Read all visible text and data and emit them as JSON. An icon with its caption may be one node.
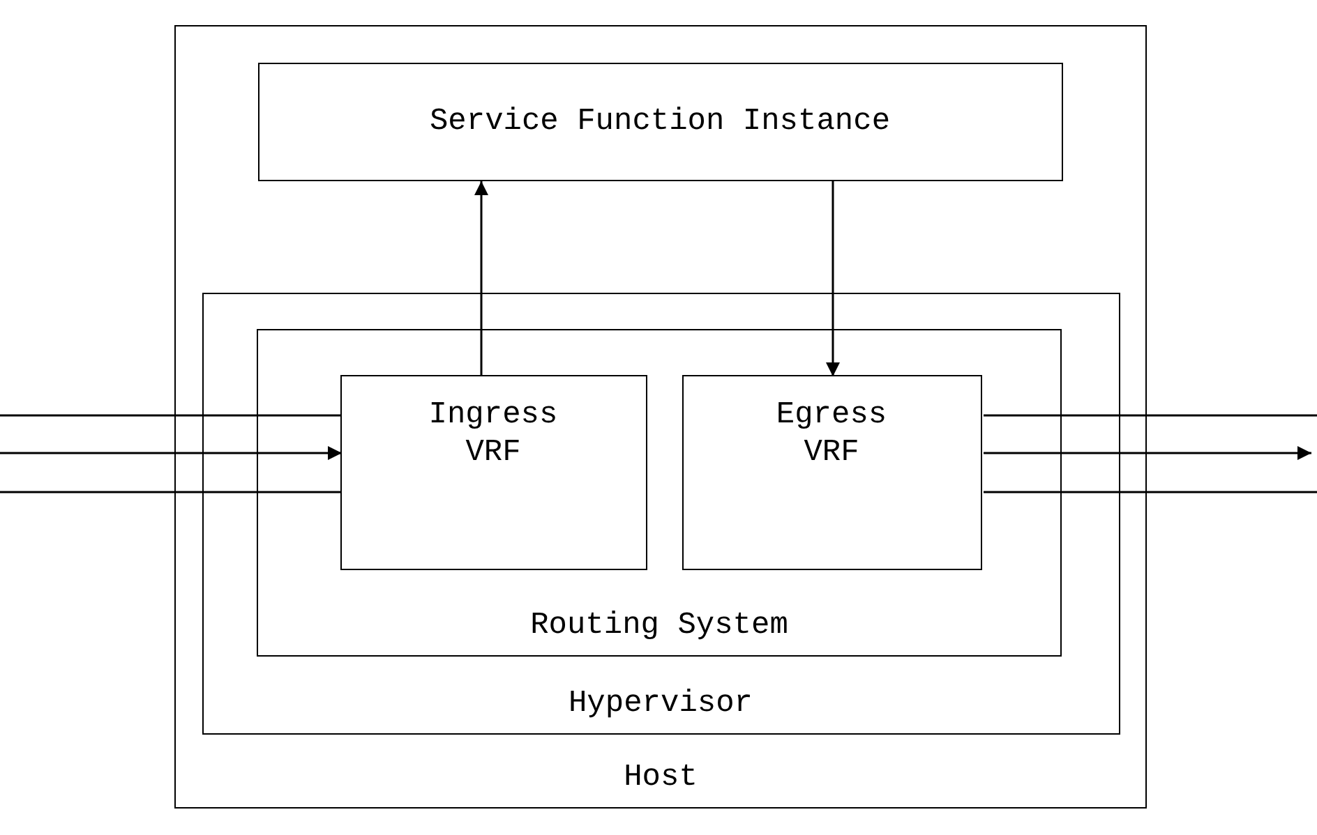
{
  "diagram": {
    "nodes": [
      {
        "text": [
          "Host"
        ]
      },
      {
        "text": [
          "Service Function Instance"
        ],
        "in": 0
      },
      {
        "text": [
          "Hypervisor"
        ],
        "in": 0
      },
      {
        "text": [
          "Routing System"
        ],
        "in": 2
      },
      {
        "text": [
          "Ingress VRF"
        ],
        "in": 3
      },
      {
        "text": [
          "Egress VRF"
        ],
        "in": 3
      }
    ],
    "edges": [
      {
        "from": null,
        "to": 4,
        "arrow": "to"
      },
      {
        "from": 4,
        "to": 1,
        "arrow": "to"
      },
      {
        "from": 1,
        "to": 5,
        "arrow": "to"
      },
      {
        "from": 5,
        "to": null,
        "arrow": "to"
      }
    ]
  }
}
